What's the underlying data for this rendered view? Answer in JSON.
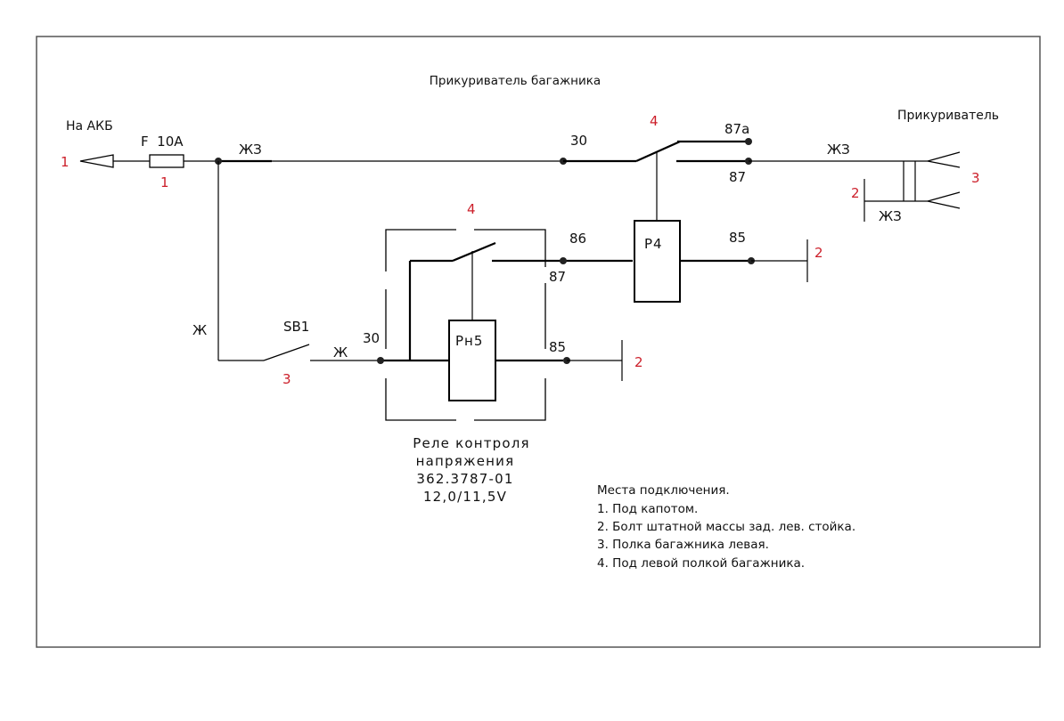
{
  "title": "Прикуриватель багажника",
  "battery": {
    "label": "На АКБ",
    "location_mark": "1",
    "icon": "arrow-terminal-icon"
  },
  "fuse": {
    "label": "F  10A",
    "location_mark": "1",
    "icon": "fuse-icon"
  },
  "wires": {
    "main_color": "ЖЗ",
    "switch_left": "Ж",
    "switch_right": "Ж",
    "lighter_out": "ЖЗ",
    "lighter_ground": "ЖЗ"
  },
  "switch_sb1": {
    "label": "SB1",
    "location_mark": "3",
    "icon": "switch-icon"
  },
  "relay_p4": {
    "label": "P4",
    "location_mark": "4",
    "pins": {
      "p30": "30",
      "p87a": "87a",
      "p87": "87",
      "p86": "86",
      "p85": "85"
    },
    "ground_mark": "2"
  },
  "relay_rn5": {
    "label": "Pн5",
    "location_mark": "4",
    "pins": {
      "p30": "30",
      "p87": "87",
      "p85": "85"
    },
    "ground_mark": "2",
    "caption": [
      "Реле контроля",
      "напряжения",
      "362.3787-01",
      "12,0/11,5V"
    ]
  },
  "lighter": {
    "label": "Прикуриватель",
    "location_mark": "3",
    "ground_mark": "2",
    "icon": "socket-icon"
  },
  "legend": {
    "heading": "Места подключения.",
    "items": [
      "1. Под капотом.",
      "2. Болт штатной массы зад. лев. стойка.",
      "3. Полка багажника левая.",
      "4. Под левой полкой багажника."
    ]
  },
  "colors": {
    "line": "#000000",
    "location_mark": "#cc1f2a",
    "frame": "#555555"
  }
}
